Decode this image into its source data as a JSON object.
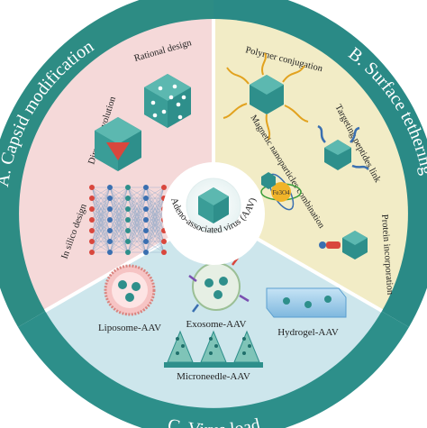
{
  "center": {
    "label": "Adeno-associated virus (AAV)"
  },
  "sectors": {
    "a": {
      "title": "A. Capsid modification",
      "items": [
        "Rational design",
        "Directed evolution",
        "In silico design"
      ]
    },
    "b": {
      "title": "B. Surface tethering",
      "items": [
        "Polymer conjugation",
        "Targeting peptides link",
        "Magnetic nanoparticles combination",
        "Protein incorporation"
      ],
      "nanoparticle_label": "Fe3O4"
    },
    "c": {
      "title": "C. Virus load",
      "items": [
        "Liposome-AAV",
        "Exosome-AAV",
        "Hydrogel-AAV",
        "Microneedle-AAV"
      ]
    }
  },
  "colors": {
    "ring_a": "#2d8c84",
    "ring_b": "#2a8a86",
    "ring_c": "#2d8f8a",
    "fill_a": "#f5d9d9",
    "fill_b": "#f2ecc6",
    "fill_c": "#cde6ec",
    "capsid": "#2e8f8b",
    "capsid_light": "#5cb8b0",
    "accent_red": "#d9473d",
    "white": "#ffffff"
  }
}
